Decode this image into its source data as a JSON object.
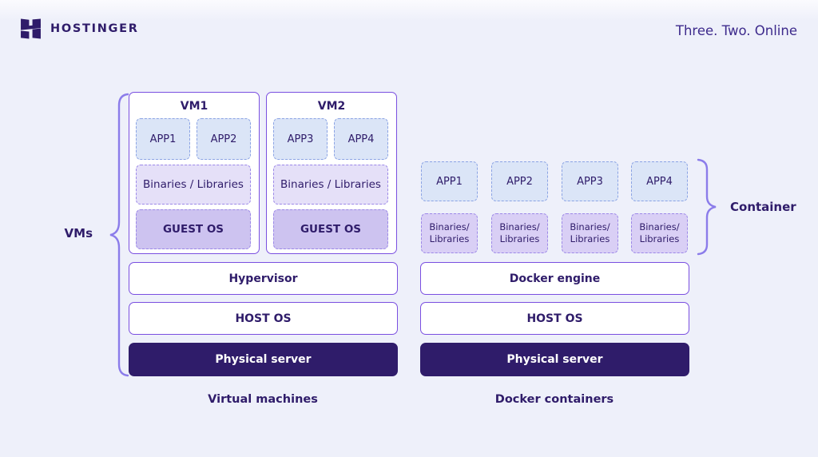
{
  "colors": {
    "bg": "#eef0fa",
    "ink": "#2f1c6a",
    "line": "#7a4fe0",
    "app-bg": "#dbe5f7",
    "app-line": "#8ba3e4",
    "pline": "#9c88e8",
    "binL-bg": "#e5e0f8",
    "guest-bg": "#cdc3f0",
    "binR-bg": "#d9cff5",
    "brace": "#8b7cea",
    "tagline-ink": "#3d2a8c",
    "server-text": "#ffffff"
  },
  "header": {
    "brand": "HOSTINGER",
    "tagline": "Three. Two. Online"
  },
  "vm": {
    "brace_label": "VMs",
    "caption": "Virtual machines",
    "machines": [
      {
        "title": "VM1",
        "apps": [
          "APP1",
          "APP2"
        ],
        "binaries": "Binaries / Libraries",
        "guest_os": "GUEST OS"
      },
      {
        "title": "VM2",
        "apps": [
          "APP3",
          "APP4"
        ],
        "binaries": "Binaries / Libraries",
        "guest_os": "GUEST OS"
      }
    ],
    "layers": [
      "Hypervisor",
      "HOST OS",
      "Physical server"
    ]
  },
  "docker": {
    "brace_label": "Container",
    "caption": "Docker containers",
    "apps": [
      "APP1",
      "APP2",
      "APP3",
      "APP4"
    ],
    "binaries_label": [
      "Binaries/",
      "Libraries"
    ],
    "layers": [
      "Docker engine",
      "HOST OS",
      "Physical server"
    ]
  }
}
